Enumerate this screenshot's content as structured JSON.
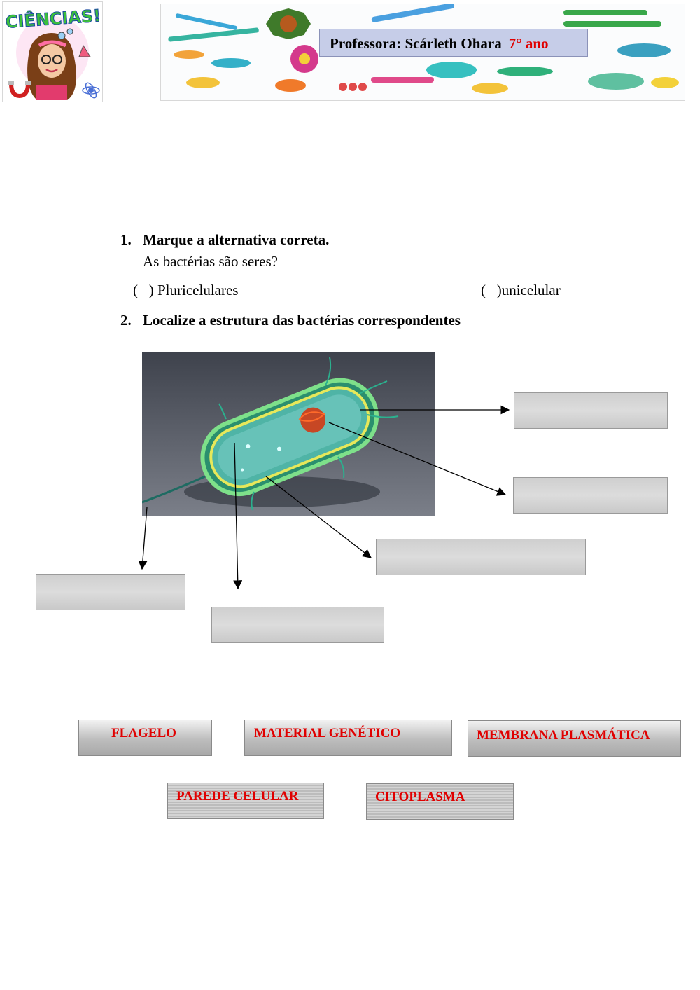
{
  "header": {
    "logo_text": "CIÊNCIAS!",
    "teacher_label": "Professora: Scárleth Ohara",
    "grade": "7° ano"
  },
  "question1": {
    "number": "1.",
    "title": "Marque a alternativa correta.",
    "prompt": "As bactérias são seres?",
    "options": [
      {
        "mark": "(   )",
        "label": "Pluricelulares"
      },
      {
        "mark": "(   )",
        "label": "unicelular"
      }
    ]
  },
  "question2": {
    "number": "2.",
    "title": "Localize a estrutura das bactérias correspondentes"
  },
  "word_bank": [
    "FLAGELO",
    "MATERIAL GENÉTICO",
    "MEMBRANA PLASMÁTICA",
    "PAREDE CELULAR",
    "CITOPLASMA"
  ],
  "colors": {
    "accent_red": "#e00000",
    "teacher_box": "#c6cde8",
    "answer_box": "#d6d6d6"
  }
}
